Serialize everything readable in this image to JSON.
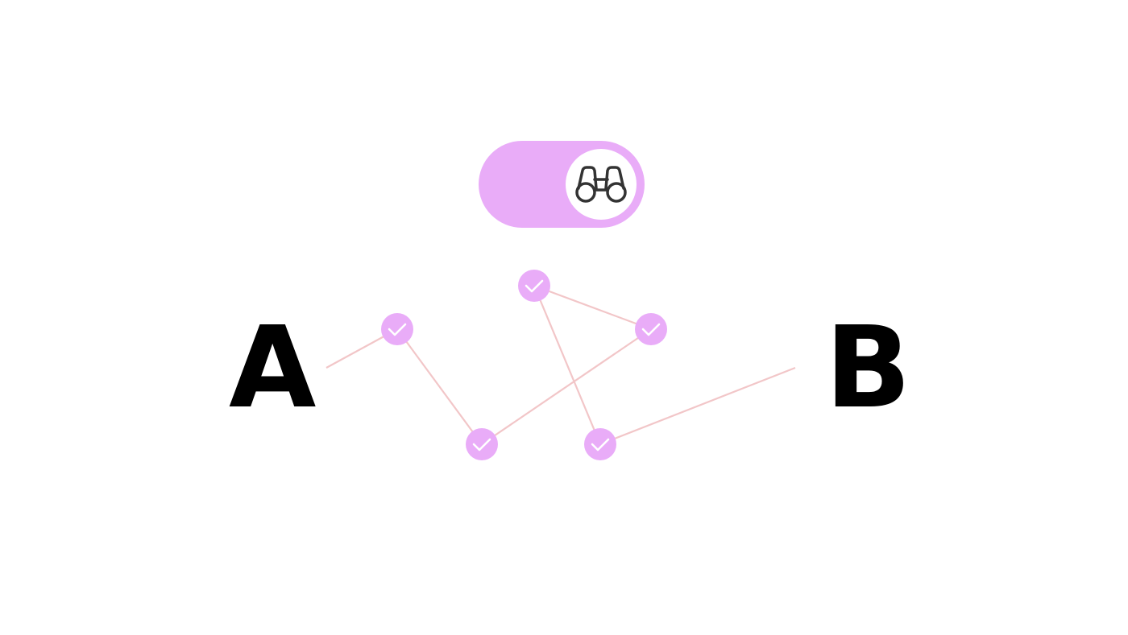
{
  "colors": {
    "accent": "#e9acf8",
    "path_line": "#f2c6c8",
    "check": "#ffffff",
    "icon_stroke": "#333333",
    "label": "#000000"
  },
  "toggle": {
    "state": "on",
    "icon": "binoculars-icon"
  },
  "labels": {
    "start": "A",
    "end": "B"
  },
  "nodes": [
    {
      "id": "n1",
      "icon": "check-icon"
    },
    {
      "id": "n2",
      "icon": "check-icon"
    },
    {
      "id": "n3",
      "icon": "check-icon"
    },
    {
      "id": "n4",
      "icon": "check-icon"
    },
    {
      "id": "n5",
      "icon": "check-icon"
    }
  ],
  "edges": [
    {
      "from": "A",
      "to": "n1"
    },
    {
      "from": "n1",
      "to": "n2"
    },
    {
      "from": "n2",
      "to": "n3"
    },
    {
      "from": "n3",
      "to": "n4"
    },
    {
      "from": "n4",
      "to": "n5"
    },
    {
      "from": "n5",
      "to": "B"
    }
  ]
}
